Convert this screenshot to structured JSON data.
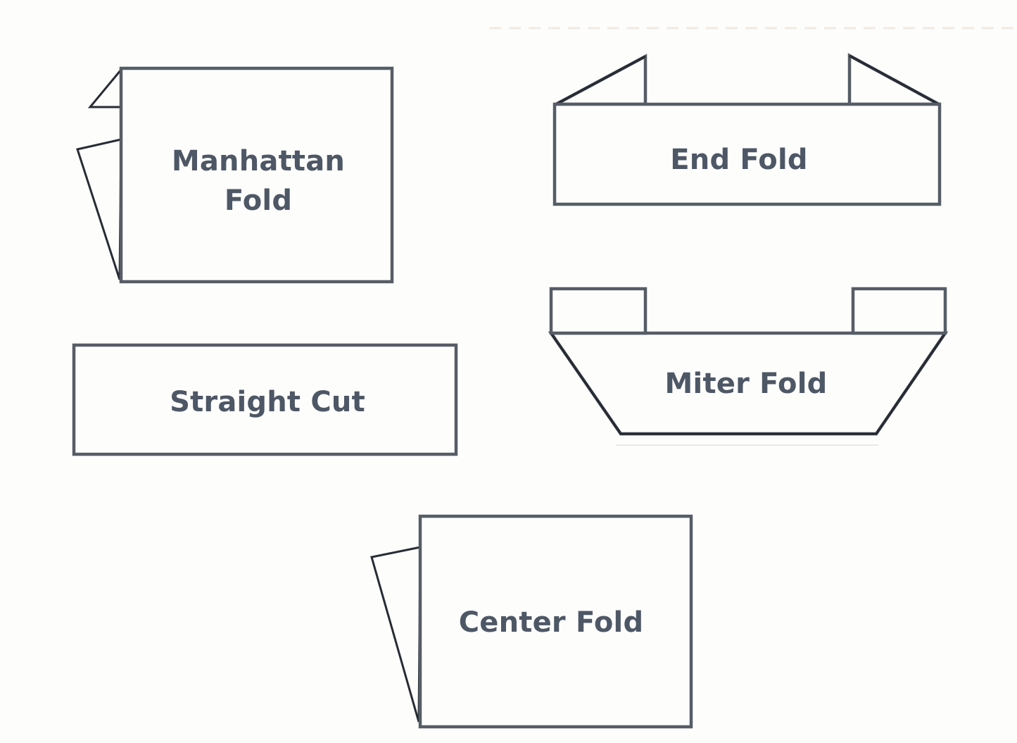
{
  "diagram": {
    "subject": "label-fold-types",
    "shapes": [
      {
        "name": "manhattan-fold",
        "label": "Manhattan Fold"
      },
      {
        "name": "end-fold",
        "label": "End Fold"
      },
      {
        "name": "straight-cut",
        "label": "Straight Cut"
      },
      {
        "name": "miter-fold",
        "label": "Miter Fold"
      },
      {
        "name": "center-fold",
        "label": "Center Fold"
      }
    ]
  },
  "colors": {
    "outline": "#565d66",
    "fold-line": "#272c34",
    "label-text": "#4e5765",
    "background": "#fdfdfc",
    "artifact": "#efebe3"
  }
}
